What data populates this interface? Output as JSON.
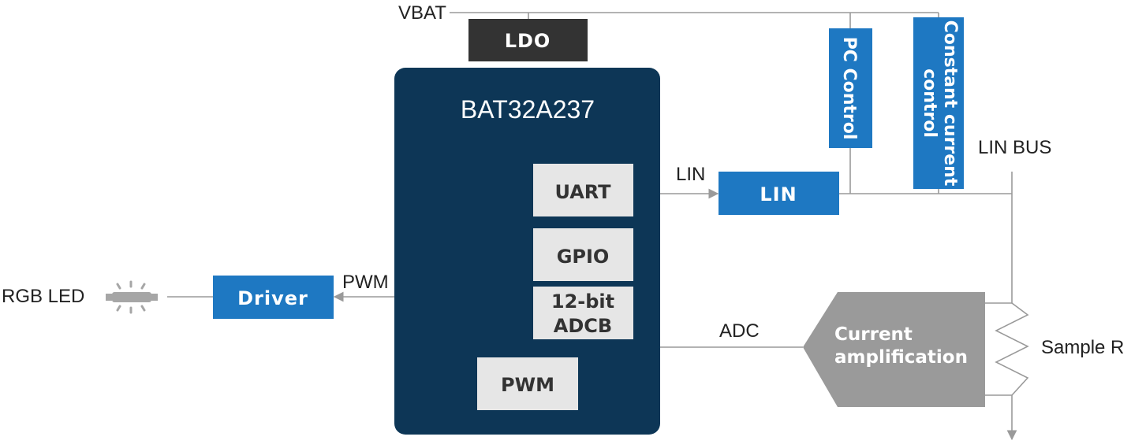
{
  "labels": {
    "vbat": "VBAT",
    "lin_bus": "LIN BUS",
    "lin_signal": "LIN",
    "pwm_signal": "PWM",
    "adc_signal": "ADC",
    "rgb_led": "RGB LED",
    "sample_r": "Sample R"
  },
  "blocks": {
    "ldo": "LDO",
    "driver": "Driver",
    "lin": "LIN",
    "pc_control": "PC Control",
    "constant_current_line1": "Constant current",
    "constant_current_line2": "control",
    "current_amp_line1": "Current",
    "current_amp_line2": "amplification"
  },
  "mcu": {
    "title": "BAT32A237",
    "peripherals": {
      "uart": "UART",
      "gpio": "GPIO",
      "adc_line1": "12-bit",
      "adc_line2": "ADCB",
      "pwm": "PWM"
    }
  },
  "colors": {
    "mcu_fill": "#0d3656",
    "blue_block": "#1e78c2",
    "dark_block": "#333333",
    "gray_block": "#9a9a9a",
    "peripheral_fill": "#e6e6e6",
    "wire": "#9a9a9a"
  },
  "icons": {
    "led": "led-light-icon",
    "resistor": "resistor-zigzag-icon"
  }
}
